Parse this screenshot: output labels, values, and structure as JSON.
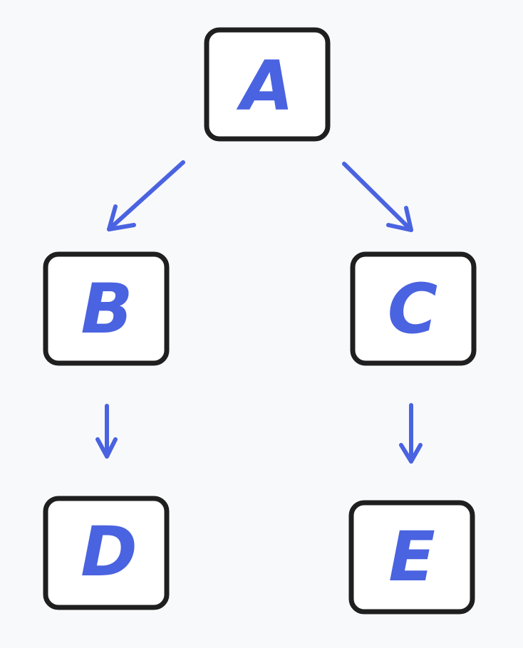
{
  "colors": {
    "label": "#4a63e0",
    "arrow": "#4a63e0",
    "border": "#1f1f1f",
    "background": "#f8f9fb"
  },
  "nodes": {
    "a": {
      "label": "A"
    },
    "b": {
      "label": "B"
    },
    "c": {
      "label": "C"
    },
    "d": {
      "label": "D"
    },
    "e": {
      "label": "E"
    }
  },
  "edges": [
    {
      "from": "A",
      "to": "B"
    },
    {
      "from": "A",
      "to": "C"
    },
    {
      "from": "B",
      "to": "D"
    },
    {
      "from": "C",
      "to": "E"
    }
  ]
}
